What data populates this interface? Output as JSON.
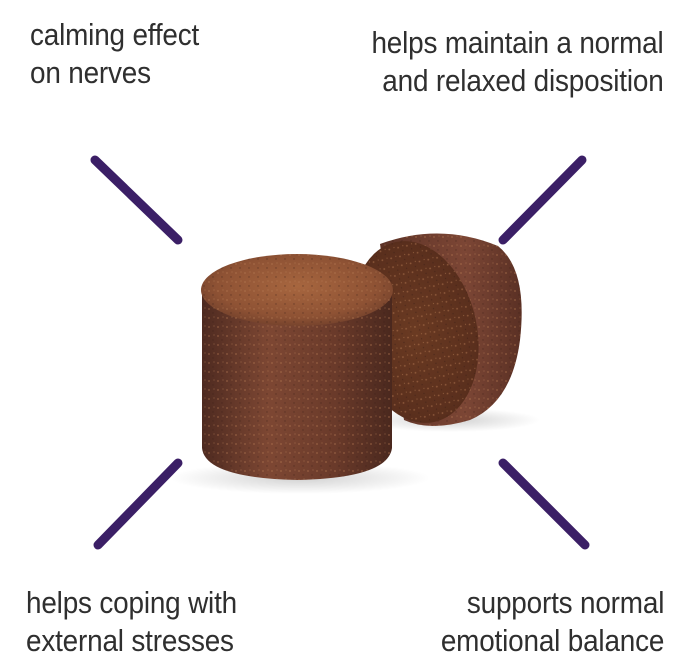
{
  "captions": {
    "top_left": {
      "line1": "calming effect",
      "line2": "on nerves"
    },
    "top_right": {
      "line1": "helps maintain a normal",
      "line2": "and relaxed disposition"
    },
    "bottom_left": {
      "line1": "helps coping with",
      "line2": "external stresses"
    },
    "bottom_right": {
      "line1": "supports normal",
      "line2": "emotional balance"
    }
  },
  "colors": {
    "accent_line": "#3b1f66",
    "text": "#2f2f2f",
    "chew_dark": "#5a3024",
    "chew_mid": "#7a4434",
    "chew_top": "#9a5c3c",
    "background": "#ffffff"
  },
  "icons": {
    "product": "soft-chew-tablets"
  }
}
